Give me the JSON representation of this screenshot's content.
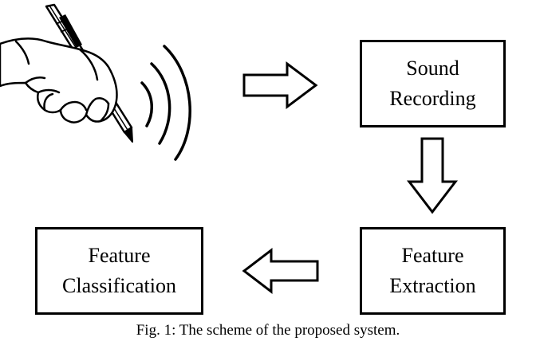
{
  "diagram": {
    "nodes": {
      "sound_recording": [
        "Sound",
        "Recording"
      ],
      "feature_extraction": [
        "Feature",
        "Extraction"
      ],
      "feature_classification": [
        "Feature",
        "Classification"
      ]
    },
    "edges": [
      {
        "from": "input",
        "to": "sound_recording"
      },
      {
        "from": "sound_recording",
        "to": "feature_extraction"
      },
      {
        "from": "feature_extraction",
        "to": "feature_classification"
      }
    ],
    "input_illustration": "hand-writing-pen-with-sound-waves"
  },
  "caption": "Fig. 1: The scheme of the proposed system."
}
